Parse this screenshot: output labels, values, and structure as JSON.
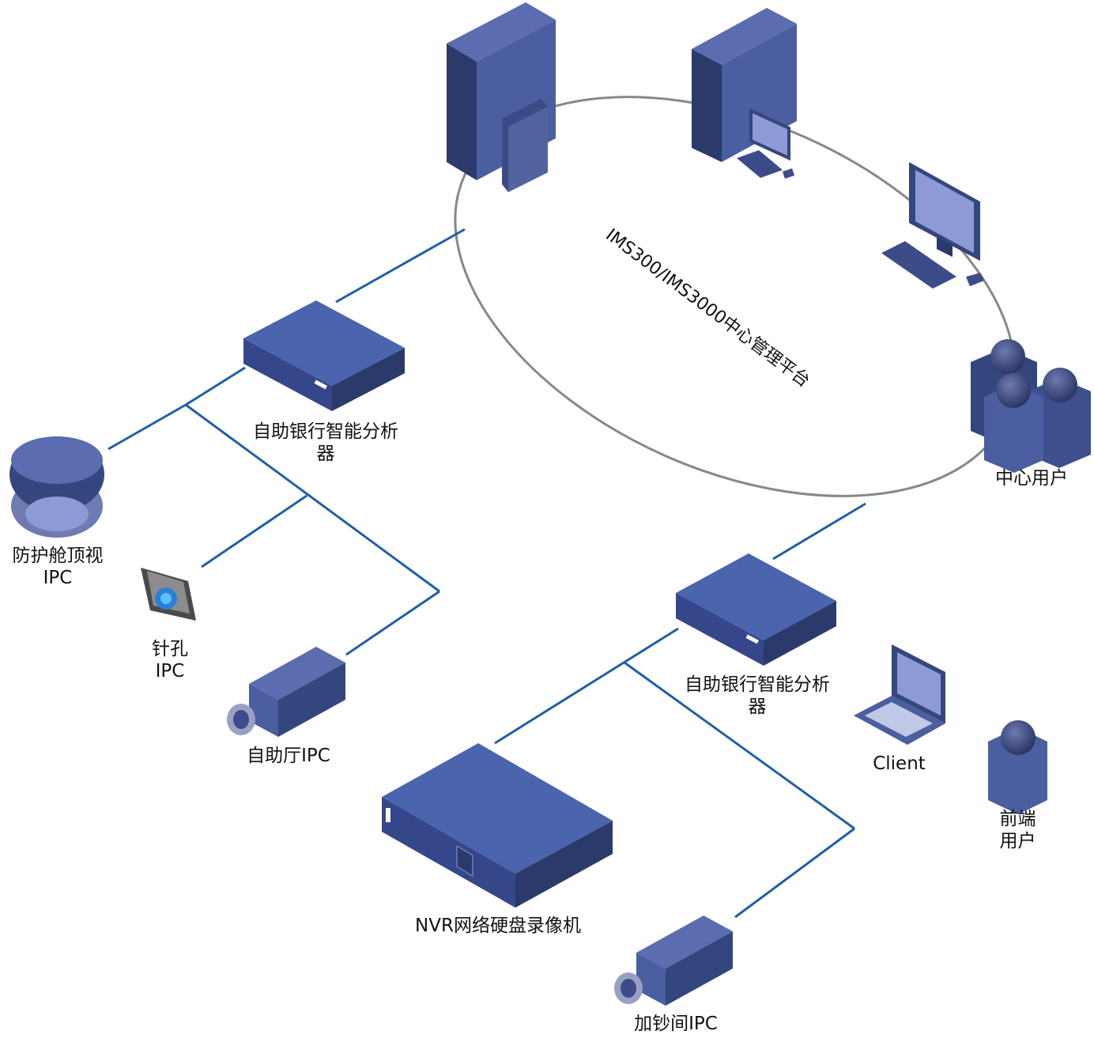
{
  "platform": {
    "label": "IMS300/IMS3000中心管理平台"
  },
  "nodes": {
    "analyzer_top": {
      "label": "自助银行智能分析\n器"
    },
    "analyzer_bottom": {
      "label": "自助银行智能分析\n器"
    },
    "dome_ipc": {
      "label": "防护舱顶视\nIPC"
    },
    "pinhole_ipc": {
      "label": "针孔\nIPC"
    },
    "hall_ipc": {
      "label": "自助厅IPC"
    },
    "nvr": {
      "label": "NVR网络硬盘录像机"
    },
    "cash_ipc": {
      "label": "加钞间IPC"
    },
    "center_user": {
      "label": "中心用户"
    },
    "client": {
      "label": "Client"
    },
    "front_user": {
      "label": "前端\n用户"
    }
  },
  "colors": {
    "link": "#1f5fa8",
    "device": "#4a63a8",
    "device_dark": "#34467e",
    "device_side": "#2b3a6b",
    "ring": "#888888"
  }
}
